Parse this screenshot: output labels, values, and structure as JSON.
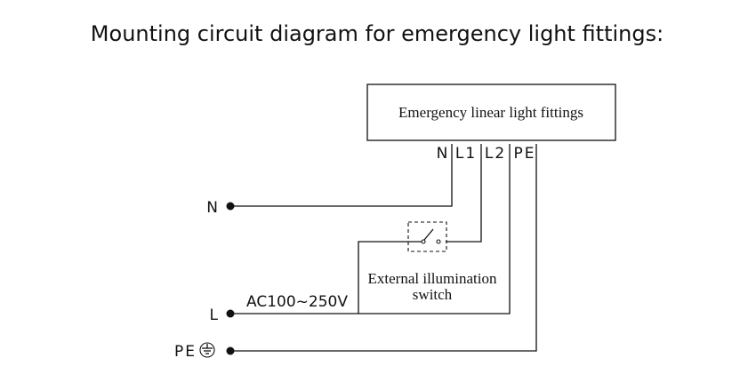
{
  "title": "Mounting circuit diagram for emergency light fittings:",
  "fitting": {
    "label": "Emergency linear light fittings",
    "terminals": [
      "N",
      "L1",
      "L2",
      "PE"
    ]
  },
  "supply": {
    "terminal_n": "N",
    "terminal_l": "L",
    "terminal_pe": "PE",
    "voltage": "AC100~250V",
    "ground_symbol": "earth-ground-icon"
  },
  "switch": {
    "line1": "External illumination",
    "line2": "switch"
  },
  "colors": {
    "line": "#111111",
    "background": "#ffffff"
  }
}
